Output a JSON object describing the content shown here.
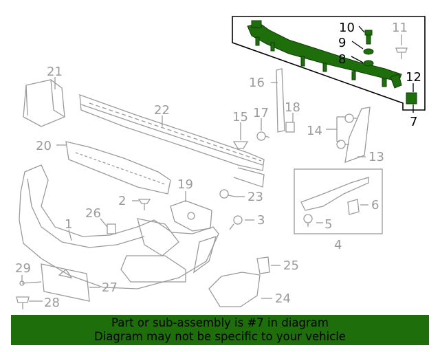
{
  "diagram": {
    "callouts": {
      "c1": "1",
      "c2": "2",
      "c3": "3",
      "c4": "4",
      "c5": "5",
      "c6": "6",
      "c7": "7",
      "c8": "8",
      "c9": "9",
      "c10": "10",
      "c11": "11",
      "c12": "12",
      "c13": "13",
      "c14": "14",
      "c15": "15",
      "c16": "16",
      "c17": "17",
      "c18": "18",
      "c19": "19",
      "c20": "20",
      "c21": "21",
      "c22": "22",
      "c23": "23",
      "c24": "24",
      "c25": "25",
      "c26": "26",
      "c27": "27",
      "c28": "28",
      "c29": "29"
    },
    "colors": {
      "line": "#9a9a9a",
      "highlight": "#1f6e0c",
      "highlight_label": "#000000"
    },
    "highlighted_callouts": [
      "7",
      "8",
      "9",
      "10",
      "12"
    ]
  },
  "banner": {
    "line1": "Part or sub-assembly is #7 in diagram",
    "line2": "Diagram may not be specific to your vehicle",
    "background": "#1f6e0c"
  }
}
